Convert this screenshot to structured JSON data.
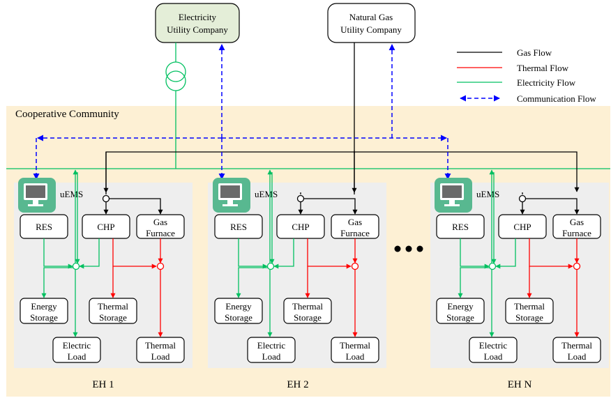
{
  "community": {
    "label": "Cooperative Community"
  },
  "utilities": {
    "electricity": {
      "line1": "Electricity",
      "line2": "Utility Company"
    },
    "gas": {
      "line1": "Natural Gas",
      "line2": "Utility Company"
    }
  },
  "legend": {
    "gas": "Gas Flow",
    "thermal": "Thermal Flow",
    "electricity": "Electricity Flow",
    "communication": "Communication Flow"
  },
  "colors": {
    "gas": "#000000",
    "thermal": "#ff0000",
    "electricity": "#00c060",
    "communication": "#0000ff",
    "community_bg": "#fdf0d4",
    "eh_bg": "#eeeeee",
    "utility_fill": "#e4eed8",
    "monitor_icon": "#58b890"
  },
  "icons": {
    "ems": "monitor-icon",
    "transformer": "transformer-icon",
    "ellipsis": "ellipsis-dots"
  },
  "hubs": [
    {
      "name": "EH 1",
      "ems": "uEMS",
      "res": "RES",
      "chp": "CHP",
      "furnace": {
        "line1": "Gas",
        "line2": "Furnace"
      },
      "energy_storage": {
        "line1": "Energy",
        "line2": "Storage"
      },
      "thermal_storage": {
        "line1": "Thermal",
        "line2": "Storage"
      },
      "electric_load": {
        "line1": "Electric",
        "line2": "Load"
      },
      "thermal_load": {
        "line1": "Thermal",
        "line2": "Load"
      }
    },
    {
      "name": "EH 2",
      "ems": "uEMS",
      "res": "RES",
      "chp": "CHP",
      "furnace": {
        "line1": "Gas",
        "line2": "Furnace"
      },
      "energy_storage": {
        "line1": "Energy",
        "line2": "Storage"
      },
      "thermal_storage": {
        "line1": "Thermal",
        "line2": "Storage"
      },
      "electric_load": {
        "line1": "Electric",
        "line2": "Load"
      },
      "thermal_load": {
        "line1": "Thermal",
        "line2": "Load"
      }
    },
    {
      "name": "EH N",
      "ems": "uEMS",
      "res": "RES",
      "chp": "CHP",
      "furnace": {
        "line1": "Gas",
        "line2": "Furnace"
      },
      "energy_storage": {
        "line1": "Energy",
        "line2": "Storage"
      },
      "thermal_storage": {
        "line1": "Thermal",
        "line2": "Storage"
      },
      "electric_load": {
        "line1": "Electric",
        "line2": "Load"
      },
      "thermal_load": {
        "line1": "Thermal",
        "line2": "Load"
      }
    }
  ]
}
